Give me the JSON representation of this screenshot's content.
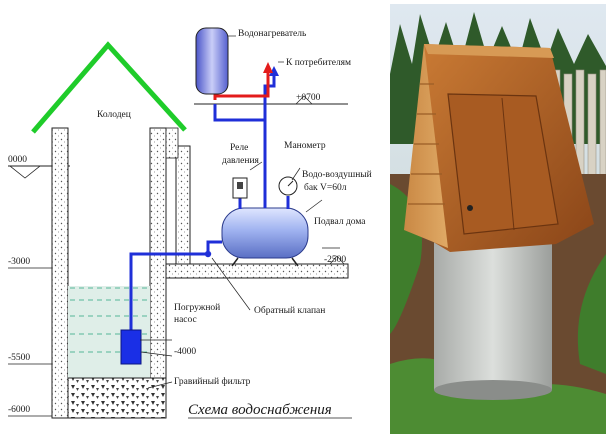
{
  "diagram": {
    "title": "Схема водоснабжения",
    "labels": {
      "well": "Колодец",
      "heater": "Водонагреватель",
      "consumers": "К потребителям",
      "level_0700": "+0700",
      "relay_line1": "Реле",
      "relay_line2": "давления",
      "manometer": "Манометр",
      "tank_line1": "Водо-воздушный",
      "tank_line2": "бак V=60л",
      "basement": "Подвал дома",
      "level_2500": "-2500",
      "check_valve": "Обратный клапан",
      "pump_line1": "Погружной",
      "pump_line2": "насос",
      "level_4000": "-4000",
      "gravel_filter": "Гравийный фильтр"
    },
    "levels": [
      "0000",
      "-3000",
      "-5500",
      "-6000"
    ],
    "colors": {
      "roof": "#1fcc2a",
      "pipe_blue": "#1f2fd8",
      "pipe_red": "#e31b1b",
      "pump": "#1a2fe6",
      "tank": "#9fb2f0",
      "heater": "#7f86e8"
    }
  },
  "photo": {
    "icon": "wooden-well-photo",
    "colors": {
      "roof": "#b5652a",
      "ring": "#cfd2cf",
      "grass": "#3f7d2c",
      "sky": "#dfe8f0"
    }
  }
}
